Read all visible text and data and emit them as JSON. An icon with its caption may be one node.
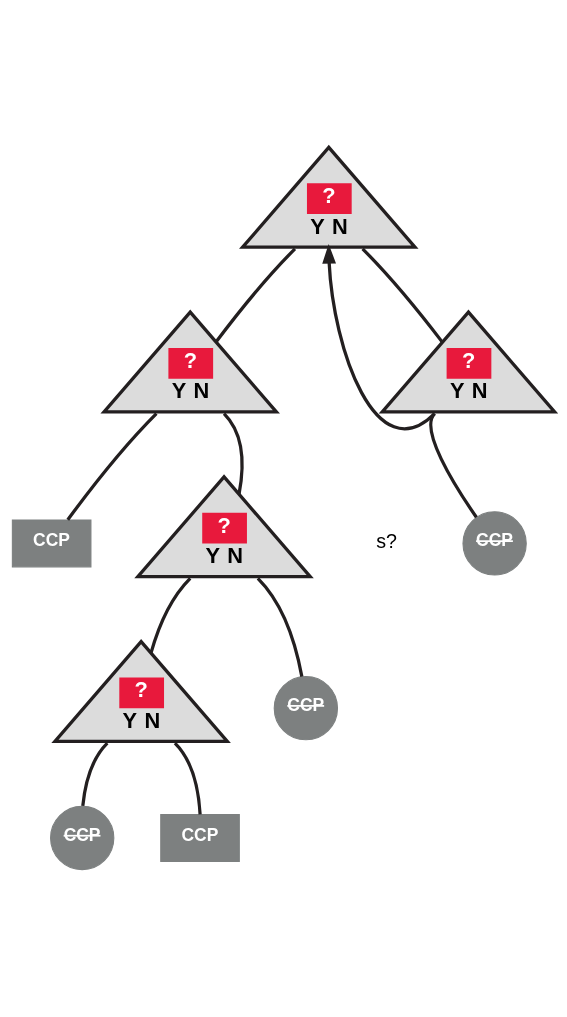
{
  "diagram": {
    "nodes": [
      {
        "text": [
          "?",
          "Y",
          "N"
        ]
      },
      {
        "text": [
          "?",
          "Y",
          "N"
        ]
      },
      {
        "text": [
          "CCP"
        ]
      },
      {
        "text": [
          "?",
          "Y",
          "N"
        ]
      },
      {
        "text": [
          "CCP"
        ]
      },
      {
        "text": [
          "?",
          "Y",
          "N"
        ]
      },
      {
        "text": [
          "CCP"
        ]
      },
      {
        "text": [
          "?",
          "Y",
          "N"
        ]
      },
      {
        "text": [
          "CCP"
        ]
      },
      {
        "text": [
          "CCP"
        ]
      }
    ],
    "edges": [
      {
        "from": 0,
        "to": 3,
        "arrow": "none"
      },
      {
        "from": 0,
        "to": 1,
        "arrow": "none"
      },
      {
        "from": 1,
        "to": 0,
        "arrow": "to"
      },
      {
        "from": 1,
        "to": 2,
        "arrow": "none"
      },
      {
        "from": 3,
        "to": 4,
        "arrow": "none"
      },
      {
        "from": 3,
        "to": 5,
        "arrow": "none"
      },
      {
        "from": 5,
        "to": 7,
        "arrow": "none"
      },
      {
        "from": 5,
        "to": 6,
        "arrow": "none"
      },
      {
        "from": 7,
        "to": 8,
        "arrow": "none"
      },
      {
        "from": 7,
        "to": 9,
        "arrow": "none"
      }
    ],
    "labels": [
      "s?"
    ]
  }
}
